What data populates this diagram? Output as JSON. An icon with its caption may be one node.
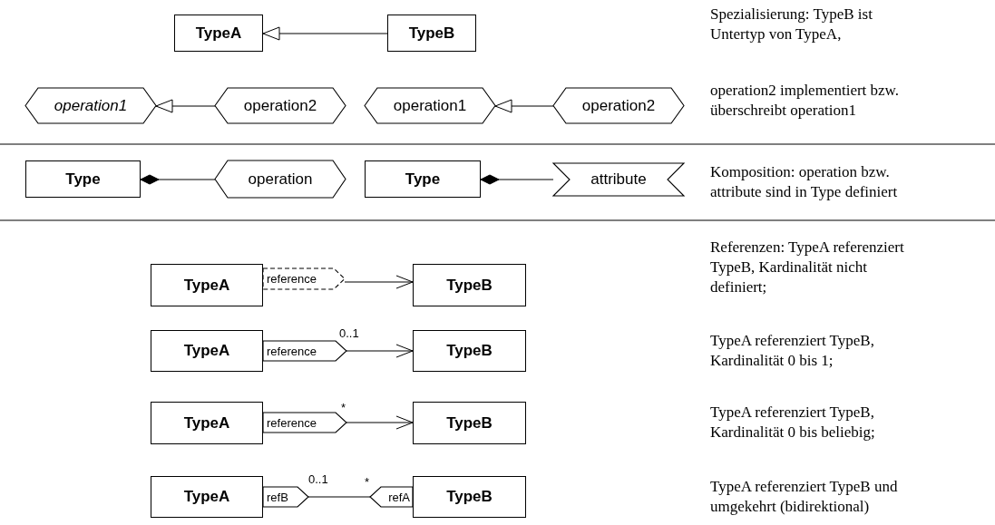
{
  "diagram": {
    "nodes": [
      {
        "text": [
          "TypeA"
        ]
      },
      {
        "text": [
          "TypeB"
        ]
      },
      {
        "text": [
          "operation1"
        ]
      },
      {
        "text": [
          "operation2"
        ]
      },
      {
        "text": [
          "operation1"
        ]
      },
      {
        "text": [
          "operation2"
        ]
      },
      {
        "text": [
          "Type"
        ]
      },
      {
        "text": [
          "operation"
        ]
      },
      {
        "text": [
          "Type"
        ]
      },
      {
        "text": [
          "attribute"
        ]
      },
      {
        "text": [
          "TypeA"
        ]
      },
      {
        "text": [
          "reference"
        ]
      },
      {
        "text": [
          "TypeB"
        ]
      },
      {
        "text": [
          "TypeA"
        ]
      },
      {
        "text": [
          "reference"
        ],
        "beside": [
          "0..1"
        ]
      },
      {
        "text": [
          "TypeB"
        ]
      },
      {
        "text": [
          "TypeA"
        ]
      },
      {
        "text": [
          "reference"
        ],
        "beside": [
          "*"
        ]
      },
      {
        "text": [
          "TypeB"
        ]
      },
      {
        "text": [
          "TypeA"
        ]
      },
      {
        "text": [
          "refB"
        ],
        "beside": [
          "0..1"
        ]
      },
      {
        "text": [
          "refA"
        ],
        "beside": [
          "*"
        ]
      },
      {
        "text": [
          "TypeB"
        ]
      }
    ],
    "edges": [
      {
        "from": 1,
        "to": 0,
        "arrow": "to"
      },
      {
        "from": 3,
        "to": 2,
        "arrow": "to"
      },
      {
        "from": 5,
        "to": 4,
        "arrow": "to"
      },
      {
        "from": 6,
        "to": 7,
        "arrow": "other"
      },
      {
        "from": 8,
        "to": 9,
        "arrow": "other"
      },
      {
        "from": 11,
        "to": 12,
        "arrow": "to"
      },
      {
        "from": 14,
        "to": 15,
        "arrow": "to"
      },
      {
        "from": 17,
        "to": 18,
        "arrow": "to"
      },
      {
        "from": 20,
        "to": 21,
        "arrow": "none"
      }
    ],
    "labels": [
      "Spezialisierung: TypeB ist Untertyp von TypeA,",
      "operation2 implementiert bzw. überschreibt operation1",
      "Komposition: operation bzw. attribute sind in Type definiert",
      "Referenzen: TypeA referenziert TypeB, Kardinalität nicht definiert;",
      "TypeA referenziert TypeB, Kardinalität 0 bis 1;",
      "TypeA referenziert TypeB, Kardinalität 0 bis beliebig;",
      "TypeA referenziert TypeB und umgekehrt (bidirektional)"
    ]
  }
}
